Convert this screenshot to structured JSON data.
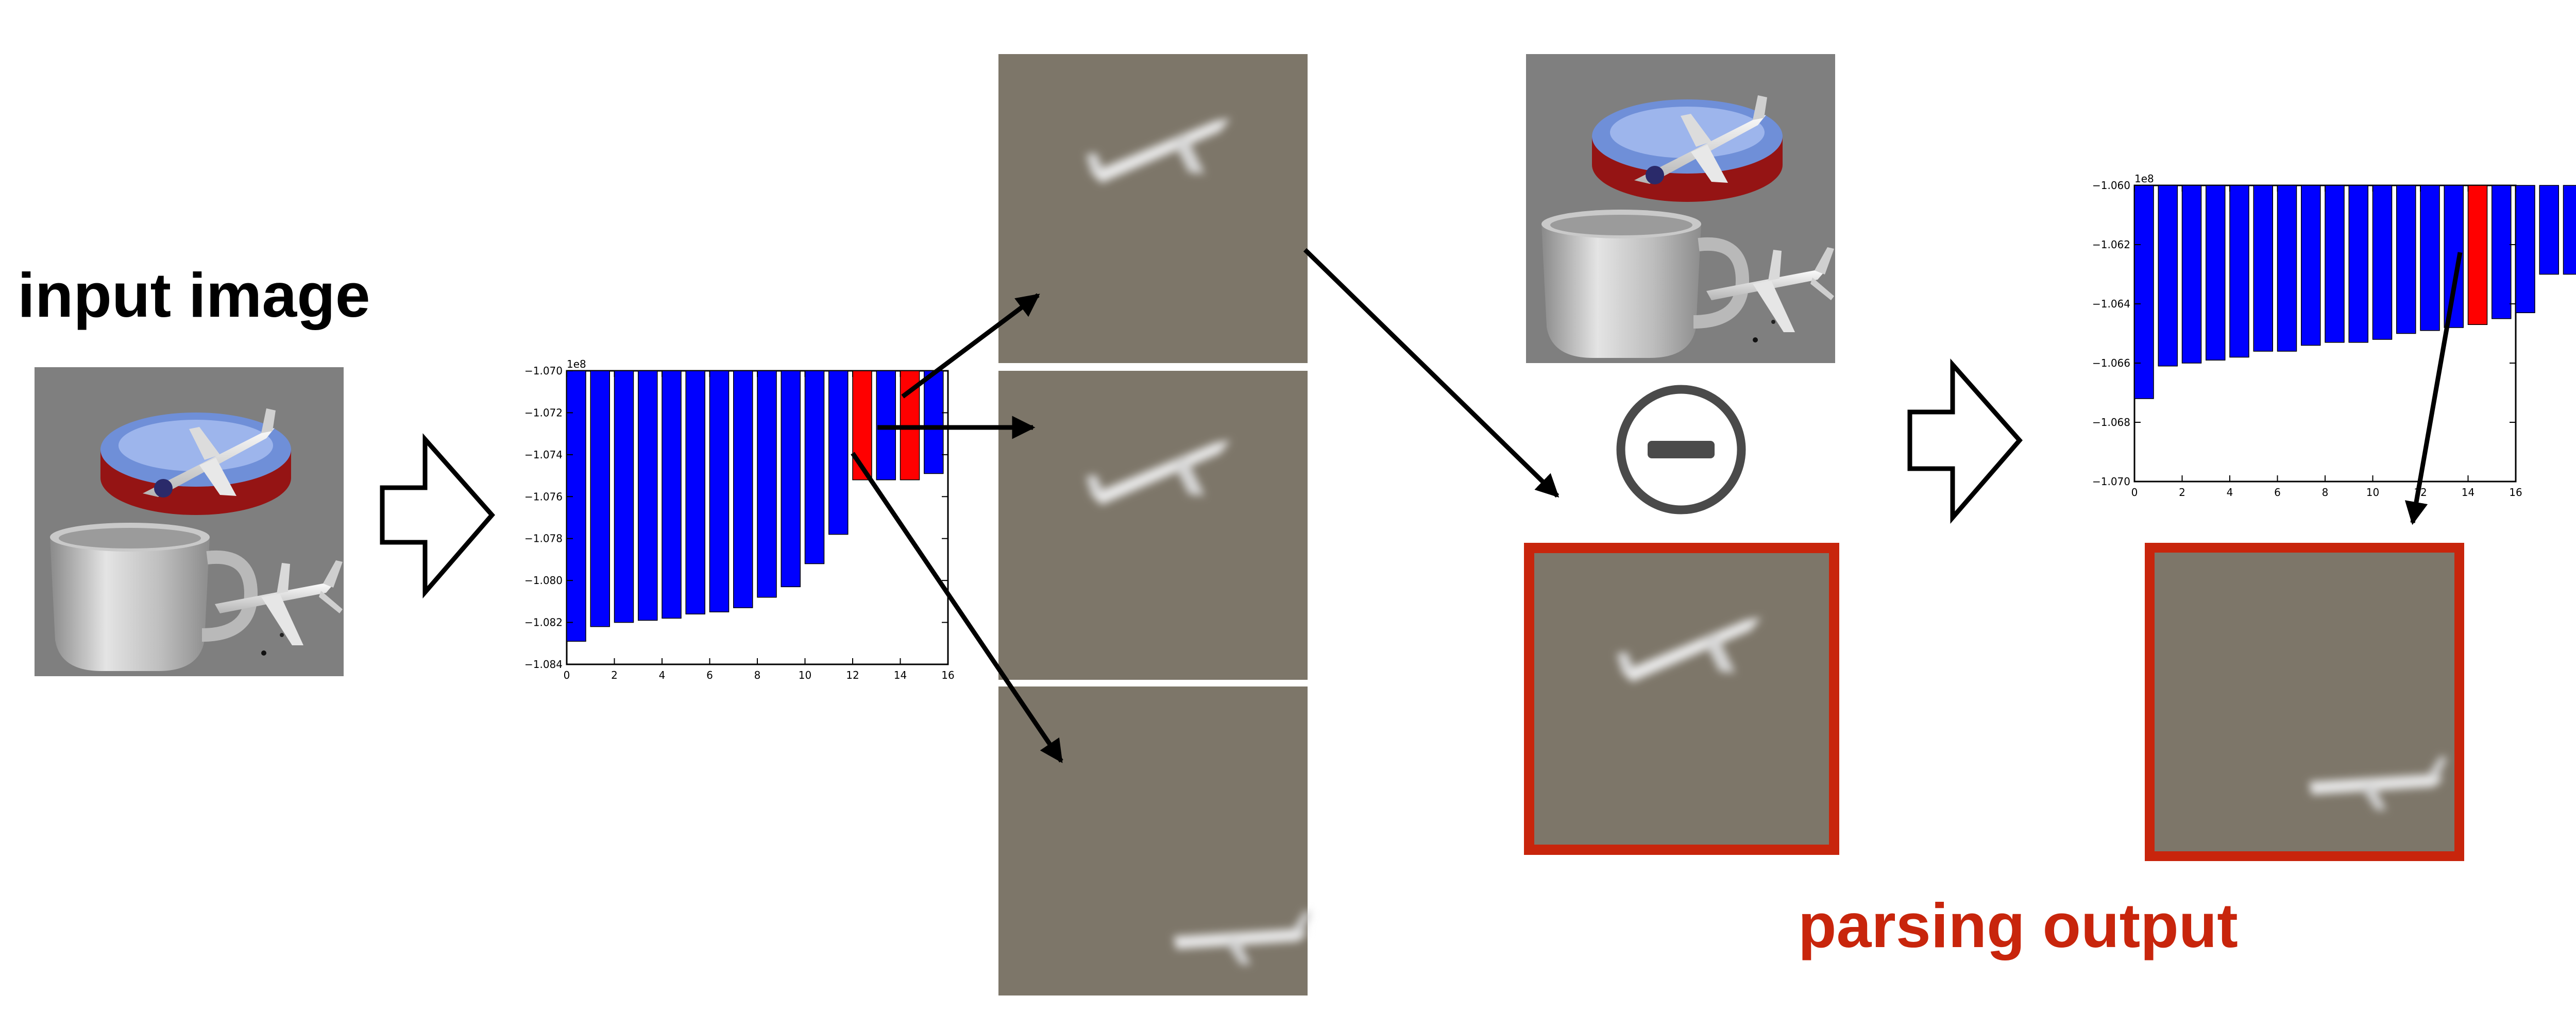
{
  "labels": {
    "input_title": "input image",
    "output_title": "parsing output"
  },
  "colors": {
    "bar_default": "#0000ff",
    "bar_selected": "#ff0000",
    "output_accent": "#c8250c",
    "gray_bg": "#7f7f7f",
    "crop_bg": "#7d7669",
    "minus_ring": "#4a4a4a"
  },
  "icons": {
    "step_arrow": "hollow-right-arrow-icon",
    "subtract": "minus-circle-icon"
  },
  "chart_data": [
    {
      "type": "bar",
      "title": "",
      "offset_label": "1e8",
      "xlabel": "",
      "ylabel": "",
      "x": [
        0,
        1,
        2,
        3,
        4,
        5,
        6,
        7,
        8,
        9,
        10,
        11,
        12,
        13,
        14
      ],
      "values": [
        -1.0829,
        -1.0822,
        -1.082,
        -1.0819,
        -1.0818,
        -1.0816,
        -1.0815,
        -1.0813,
        -1.0808,
        -1.0803,
        -1.0792,
        -1.0778,
        -1.0752,
        -1.0752,
        -1.0752,
        -1.0749
      ],
      "selected": [
        12,
        14
      ],
      "xlim": [
        0,
        16
      ],
      "ylim": [
        -1.084,
        -1.07
      ],
      "xticks": [
        0,
        2,
        4,
        6,
        8,
        10,
        12,
        14,
        16
      ],
      "xtick_labels": [
        "0",
        "2",
        "4",
        "6",
        "8",
        "10",
        "12",
        "14",
        "16"
      ],
      "yticks": [
        -1.07,
        -1.072,
        -1.074,
        -1.076,
        -1.078,
        -1.08,
        -1.082,
        -1.084
      ],
      "ytick_labels": [
        "−1.070",
        "−1.072",
        "−1.074",
        "−1.076",
        "−1.078",
        "−1.080",
        "−1.082",
        "−1.084"
      ],
      "grid": false
    },
    {
      "type": "bar",
      "title": "",
      "offset_label": "1e8",
      "xlabel": "",
      "ylabel": "",
      "x": [
        0,
        1,
        2,
        3,
        4,
        5,
        6,
        7,
        8,
        9,
        10,
        11,
        12,
        13,
        14
      ],
      "values": [
        -1.0672,
        -1.0661,
        -1.066,
        -1.0659,
        -1.0658,
        -1.0656,
        -1.0656,
        -1.0654,
        -1.0653,
        -1.0653,
        -1.0652,
        -1.065,
        -1.0649,
        -1.0648,
        -1.0647,
        -1.0645,
        -1.0643,
        -1.063,
        -1.063
      ],
      "selected": [
        14
      ],
      "xlim": [
        0,
        16
      ],
      "ylim": [
        -1.07,
        -1.06
      ],
      "xticks": [
        0,
        2,
        4,
        6,
        8,
        10,
        12,
        14,
        16
      ],
      "xtick_labels": [
        "0",
        "2",
        "4",
        "6",
        "8",
        "10",
        "12",
        "14",
        "16"
      ],
      "yticks": [
        -1.06,
        -1.062,
        -1.064,
        -1.066,
        -1.068,
        -1.07
      ],
      "ytick_labels": [
        "−1.060",
        "−1.062",
        "−1.064",
        "−1.066",
        "−1.068",
        "−1.070"
      ],
      "grid": false
    }
  ]
}
